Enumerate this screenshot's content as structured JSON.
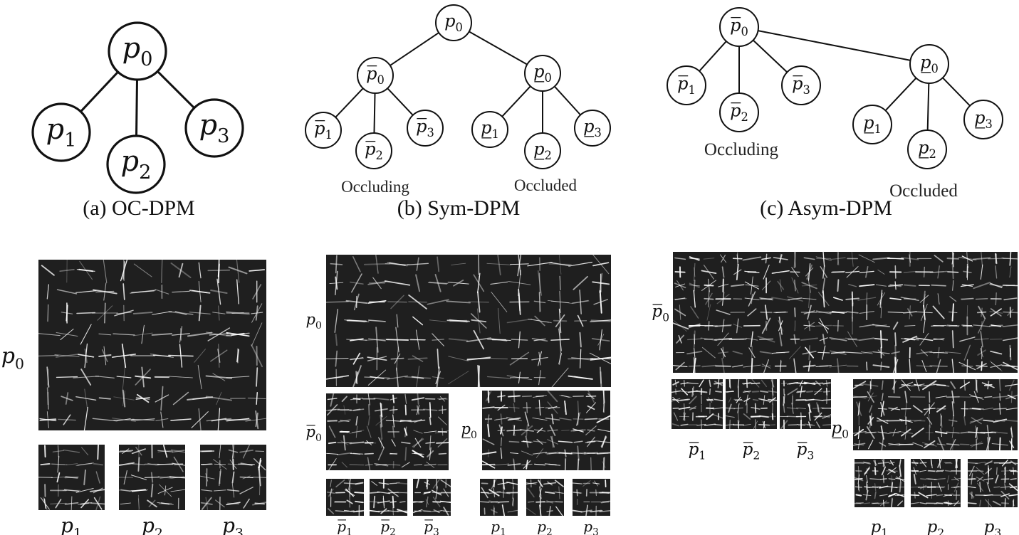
{
  "diagrams": [
    {
      "id": "a",
      "caption": "(a) OC-DPM",
      "nodes": [
        {
          "id": "a0",
          "base": "p",
          "sub": "0",
          "mark": ""
        },
        {
          "id": "a1",
          "base": "p",
          "sub": "1",
          "mark": ""
        },
        {
          "id": "a2",
          "base": "p",
          "sub": "2",
          "mark": ""
        },
        {
          "id": "a3",
          "base": "p",
          "sub": "3",
          "mark": ""
        }
      ],
      "edges": [
        [
          "a0",
          "a1"
        ],
        [
          "a0",
          "a2"
        ],
        [
          "a0",
          "a3"
        ]
      ],
      "notes": []
    },
    {
      "id": "b",
      "caption": "(b) Sym-DPM",
      "nodes": [
        {
          "id": "b0",
          "base": "p",
          "sub": "0",
          "mark": ""
        },
        {
          "id": "bL",
          "base": "p",
          "sub": "0",
          "mark": "bar"
        },
        {
          "id": "bR",
          "base": "p",
          "sub": "0",
          "mark": "under"
        },
        {
          "id": "bL1",
          "base": "p",
          "sub": "1",
          "mark": "bar"
        },
        {
          "id": "bL2",
          "base": "p",
          "sub": "2",
          "mark": "bar"
        },
        {
          "id": "bL3",
          "base": "p",
          "sub": "3",
          "mark": "bar"
        },
        {
          "id": "bR1",
          "base": "p",
          "sub": "1",
          "mark": "under"
        },
        {
          "id": "bR2",
          "base": "p",
          "sub": "2",
          "mark": "under"
        },
        {
          "id": "bR3",
          "base": "p",
          "sub": "3",
          "mark": "under"
        }
      ],
      "edges": [
        [
          "b0",
          "bL"
        ],
        [
          "b0",
          "bR"
        ],
        [
          "bL",
          "bL1"
        ],
        [
          "bL",
          "bL2"
        ],
        [
          "bL",
          "bL3"
        ],
        [
          "bR",
          "bR1"
        ],
        [
          "bR",
          "bR2"
        ],
        [
          "bR",
          "bR3"
        ]
      ],
      "notes": [
        "Occluding",
        "Occluded"
      ]
    },
    {
      "id": "c",
      "caption": "(c) Asym-DPM",
      "nodes": [
        {
          "id": "cL",
          "base": "p",
          "sub": "0",
          "mark": "bar"
        },
        {
          "id": "cR",
          "base": "p",
          "sub": "0",
          "mark": "under"
        },
        {
          "id": "cL1",
          "base": "p",
          "sub": "1",
          "mark": "bar"
        },
        {
          "id": "cL2",
          "base": "p",
          "sub": "2",
          "mark": "bar"
        },
        {
          "id": "cL3",
          "base": "p",
          "sub": "3",
          "mark": "bar"
        },
        {
          "id": "cR1",
          "base": "p",
          "sub": "1",
          "mark": "under"
        },
        {
          "id": "cR2",
          "base": "p",
          "sub": "2",
          "mark": "under"
        },
        {
          "id": "cR3",
          "base": "p",
          "sub": "3",
          "mark": "under"
        }
      ],
      "edges": [
        [
          "cL",
          "cR"
        ],
        [
          "cL",
          "cL1"
        ],
        [
          "cL",
          "cL2"
        ],
        [
          "cL",
          "cL3"
        ],
        [
          "cR",
          "cR1"
        ],
        [
          "cR",
          "cR2"
        ],
        [
          "cR",
          "cR3"
        ]
      ],
      "notes": [
        "Occluding",
        "Occluded"
      ]
    }
  ],
  "filter_panels": {
    "a": [
      {
        "id": "fa0",
        "base": "p",
        "sub": "0",
        "mark": ""
      },
      {
        "id": "fa1",
        "base": "p",
        "sub": "1",
        "mark": ""
      },
      {
        "id": "fa2",
        "base": "p",
        "sub": "2",
        "mark": ""
      },
      {
        "id": "fa3",
        "base": "p",
        "sub": "3",
        "mark": ""
      }
    ],
    "b": [
      {
        "id": "fb0",
        "base": "p",
        "sub": "0",
        "mark": ""
      },
      {
        "id": "fbL",
        "base": "p",
        "sub": "0",
        "mark": "bar"
      },
      {
        "id": "fbR",
        "base": "p",
        "sub": "0",
        "mark": "under"
      },
      {
        "id": "fbL1",
        "base": "p",
        "sub": "1",
        "mark": "bar"
      },
      {
        "id": "fbL2",
        "base": "p",
        "sub": "2",
        "mark": "bar"
      },
      {
        "id": "fbL3",
        "base": "p",
        "sub": "3",
        "mark": "bar"
      },
      {
        "id": "fbR1",
        "base": "p",
        "sub": "1",
        "mark": "under"
      },
      {
        "id": "fbR2",
        "base": "p",
        "sub": "2",
        "mark": "under"
      },
      {
        "id": "fbR3",
        "base": "p",
        "sub": "3",
        "mark": "under"
      }
    ],
    "c": [
      {
        "id": "fcL",
        "base": "p",
        "sub": "0",
        "mark": "bar"
      },
      {
        "id": "fcL1",
        "base": "p",
        "sub": "1",
        "mark": "bar"
      },
      {
        "id": "fcL2",
        "base": "p",
        "sub": "2",
        "mark": "bar"
      },
      {
        "id": "fcL3",
        "base": "p",
        "sub": "3",
        "mark": "bar"
      },
      {
        "id": "fcR",
        "base": "p",
        "sub": "0",
        "mark": "under"
      },
      {
        "id": "fcR1",
        "base": "p",
        "sub": "1",
        "mark": "under"
      },
      {
        "id": "fcR2",
        "base": "p",
        "sub": "2",
        "mark": "under"
      },
      {
        "id": "fcR3",
        "base": "p",
        "sub": "3",
        "mark": "under"
      }
    ]
  }
}
